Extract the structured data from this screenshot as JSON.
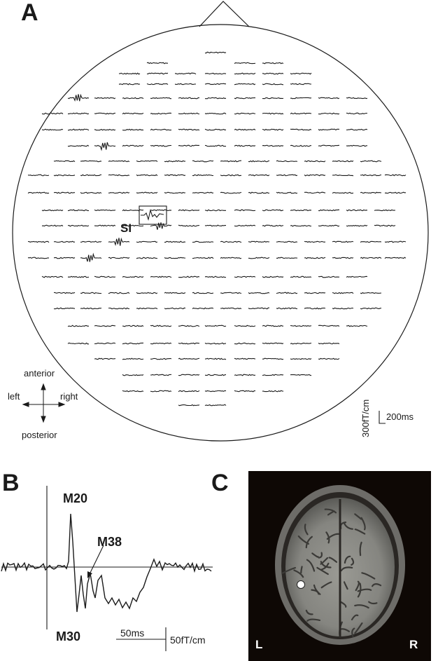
{
  "panels": {
    "a": {
      "letter": "A"
    },
    "b": {
      "letter": "B"
    },
    "c": {
      "letter": "C"
    }
  },
  "head_map": {
    "region_label": "SI",
    "directions": {
      "anterior": "anterior",
      "posterior": "posterior",
      "left": "left",
      "right": "right"
    },
    "scale_amplitude": "300fT/cm",
    "scale_time": "200ms"
  },
  "waveform": {
    "peaks": {
      "m20": "M20",
      "m38": "M38",
      "m30": "M30"
    },
    "scale_time": "50ms",
    "scale_amplitude": "50fT/cm"
  },
  "mri": {
    "left_label": "L",
    "right_label": "R"
  },
  "colors": {
    "ink": "#1a1a1a",
    "mri_background": "#0e0805",
    "dipole_marker": "#ffffff"
  }
}
